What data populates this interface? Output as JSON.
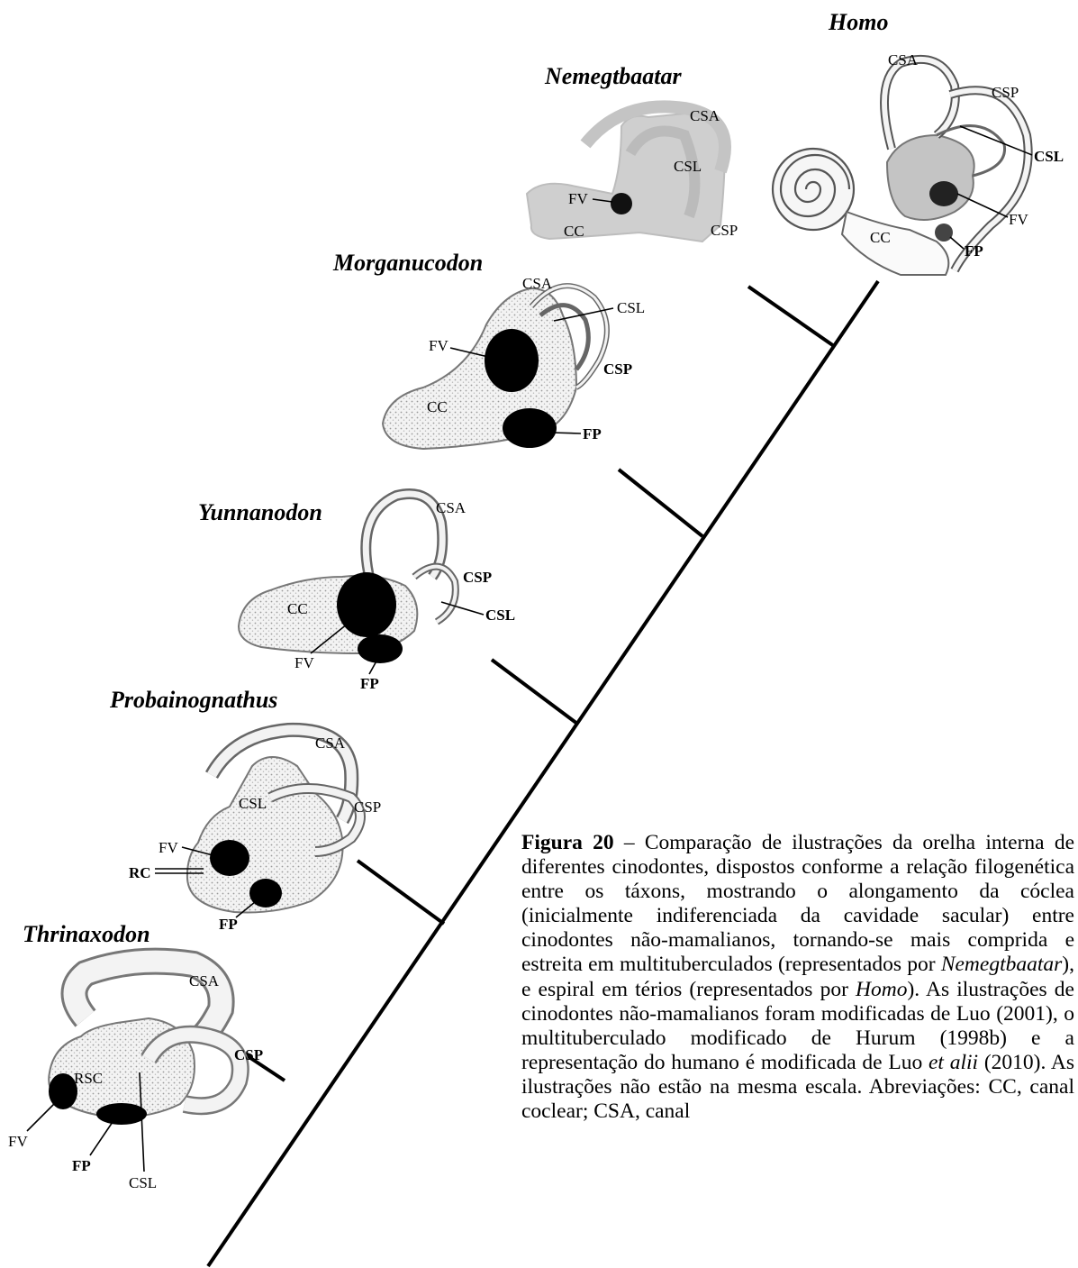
{
  "taxa": {
    "homo": "Homo",
    "nemegtbaatar": "Nemegtbaatar",
    "morganucodon": "Morganucodon",
    "yunnanodon": "Yunnanodon",
    "probainognathus": "Probainognathus",
    "thrinaxodon": "Thrinaxodon"
  },
  "labels": {
    "CSA": "CSA",
    "CSP": "CSP",
    "CSL": "CSL",
    "CC": "CC",
    "FV": "FV",
    "FP": "FP",
    "RC": "RC",
    "RSC": "RSC"
  },
  "caption": {
    "title": "Figura 20",
    "dash": "–",
    "p1": "Comparação de ilustrações da orelha interna de diferentes cinodontes, dispostos conforme a relação filogenética entre os táxons, mostrando o alongamento da cóclea (inicialmente indiferenciada da cavidade sacular) entre cinodontes não-mamalianos, tornando-se mais comprida e estreita em multituberculados (representados por ",
    "i1": "Nemegtbaatar",
    "p2": "), e espiral em térios (representados por ",
    "i2": "Homo",
    "p3": "). As ilustrações de cinodontes não-mamalianos foram modificadas de Luo (2001), o multituberculado modificado de Hurum (1998b) e a representação do humano é modificada de Luo ",
    "i3": "et alii",
    "p4": " (2010). As ilustrações não estão na mesma escala. Abreviações: CC, canal coclear; CSA, canal"
  }
}
